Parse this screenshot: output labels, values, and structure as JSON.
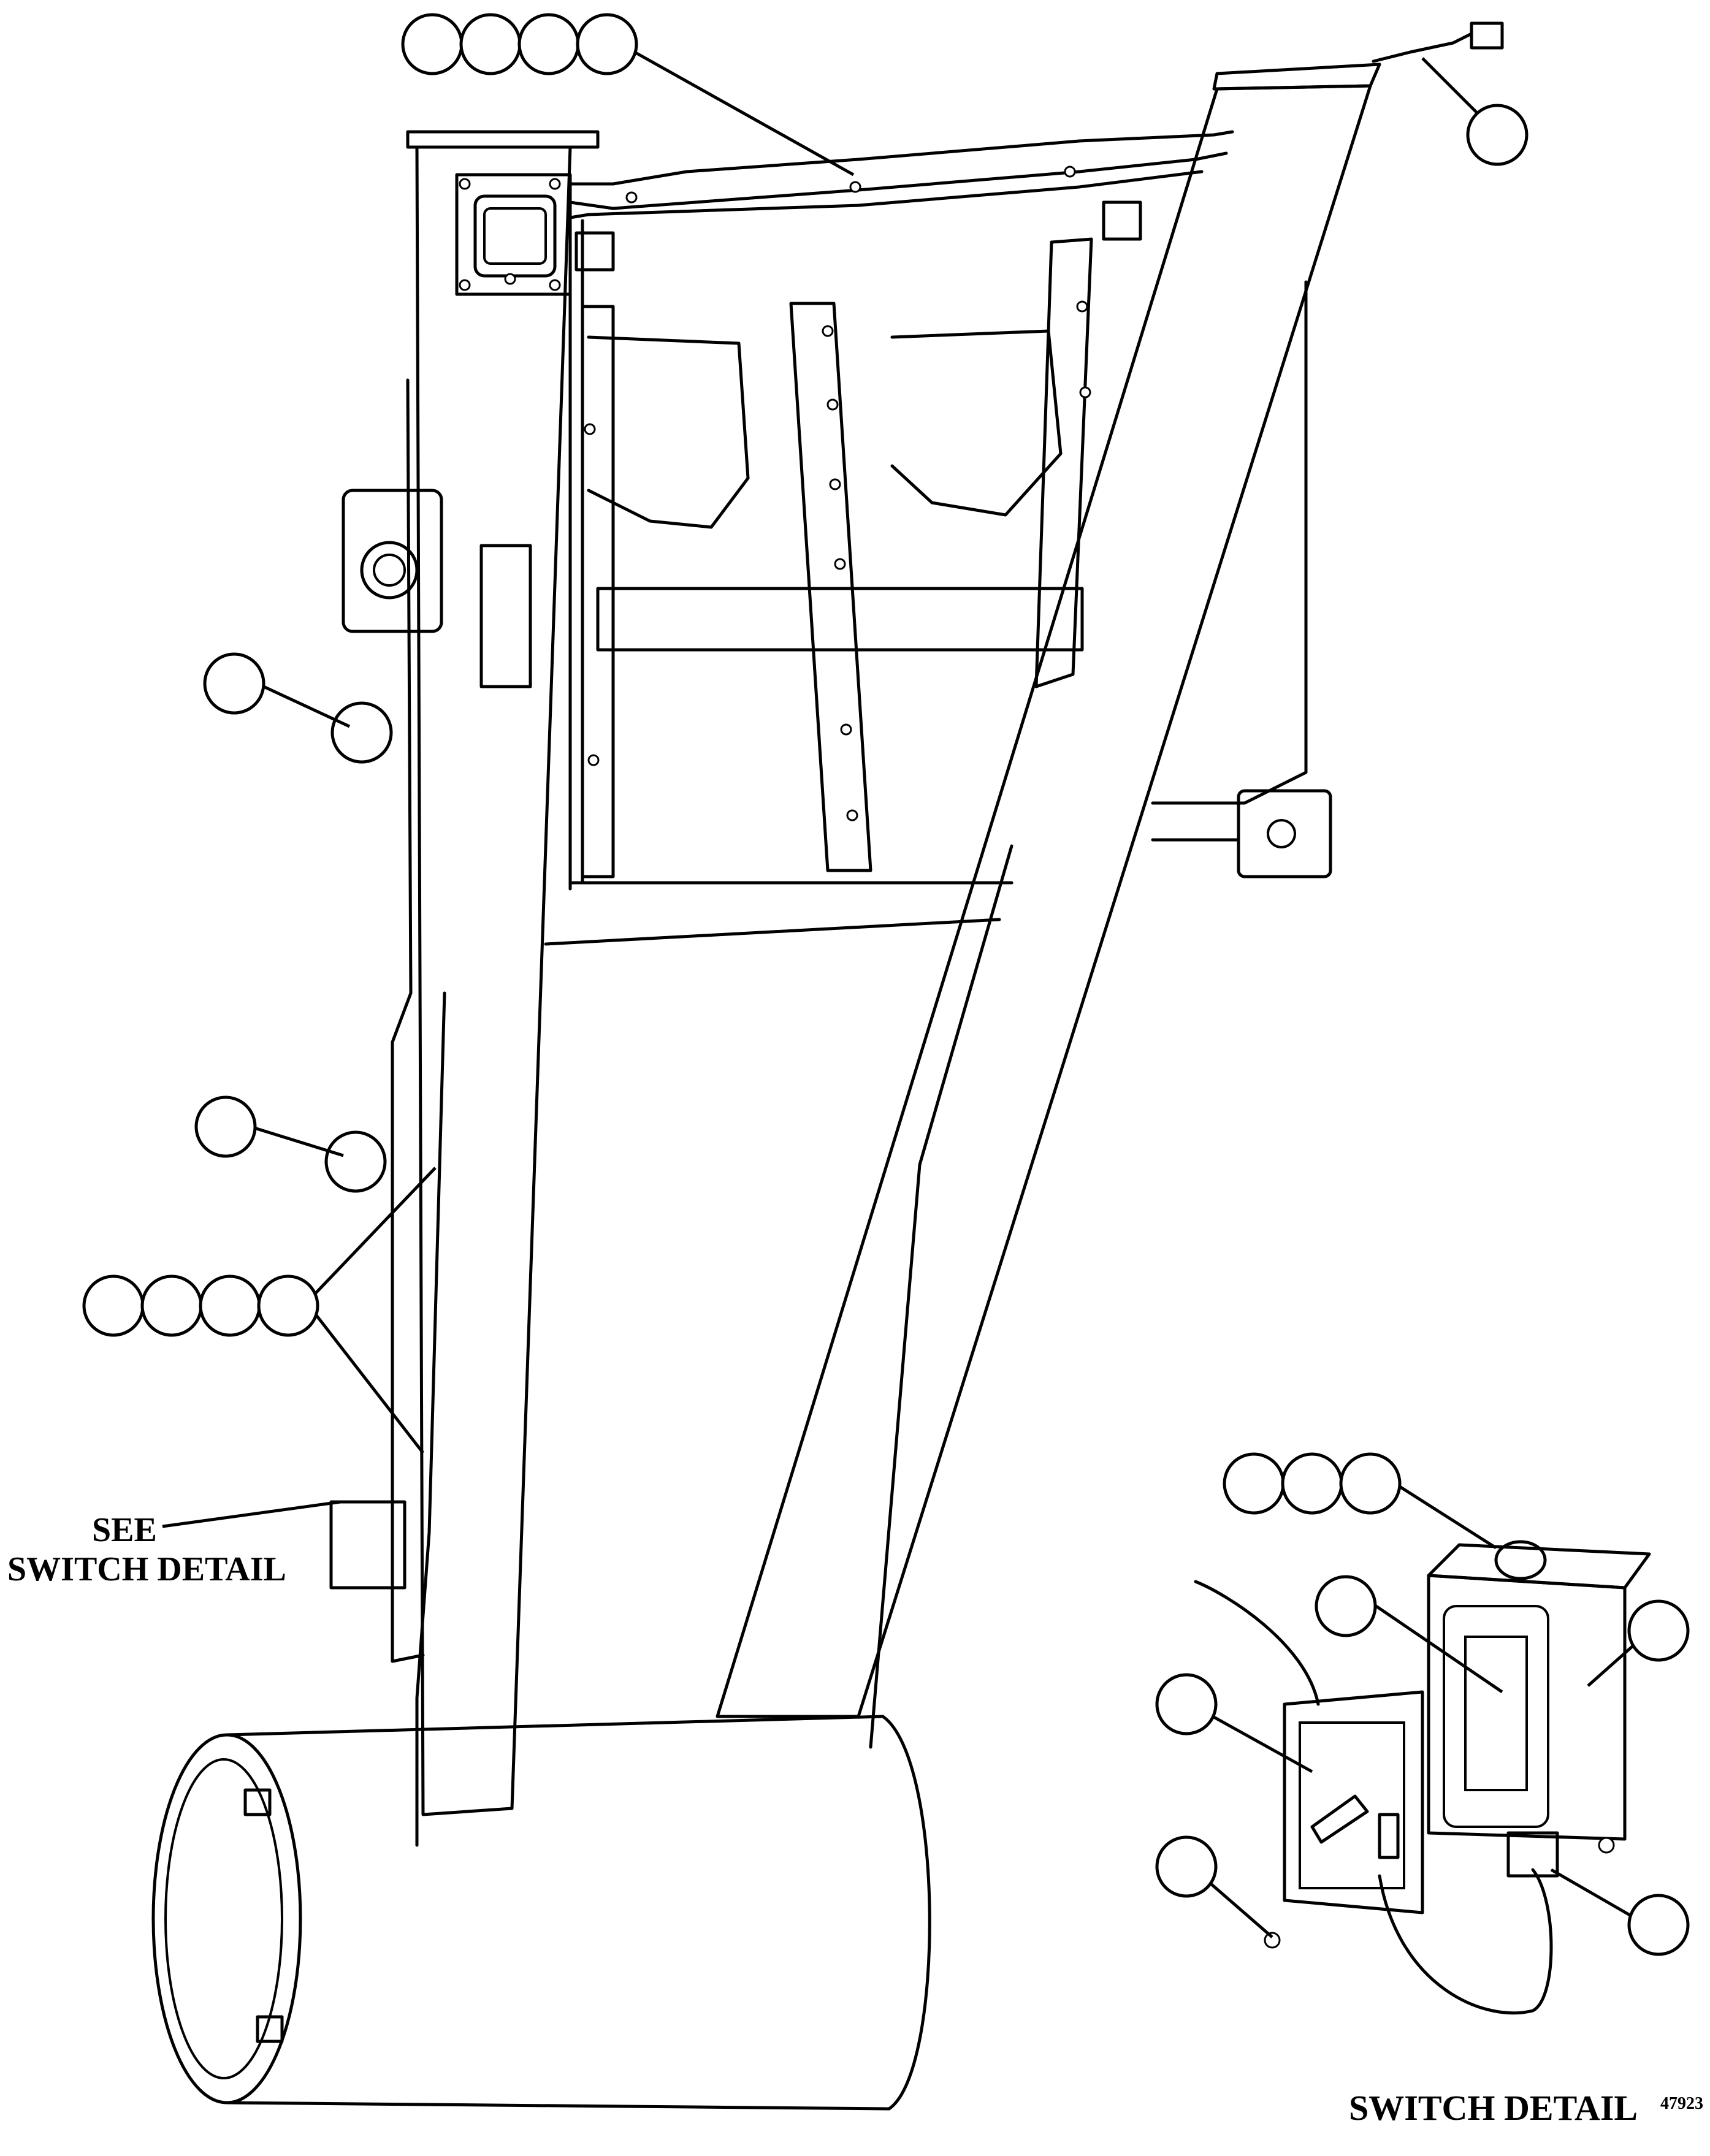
{
  "labels": {
    "see_switch_detail_line1": "SEE",
    "see_switch_detail_line2": "SWITCH DETAIL",
    "switch_detail_title": "SWITCH DETAIL",
    "figure_number": "47923"
  },
  "colors": {
    "line": "#000000",
    "background": "#ffffff"
  }
}
